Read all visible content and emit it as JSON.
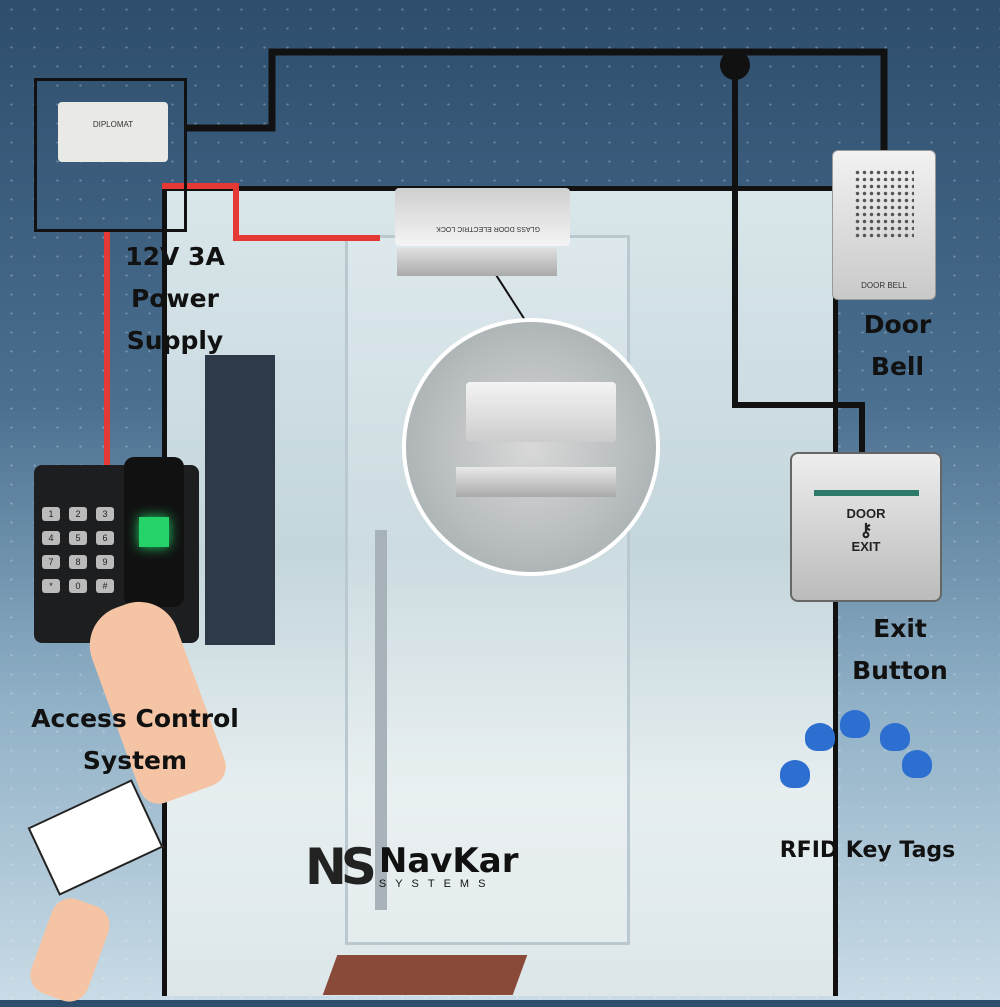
{
  "labels": {
    "power_supply": [
      "12V 3A",
      "Power",
      "Supply"
    ],
    "door_bell": [
      "Door",
      "Bell"
    ],
    "exit_button": [
      "Exit",
      "Button"
    ],
    "access_control": [
      "Access Control",
      "System"
    ],
    "rfid": "RFID Key Tags"
  },
  "devices": {
    "psu_brand": "DIPLOMAT",
    "lock_text": "GLASS DOOR ELECTRIC LOCK",
    "bell_text": "DOOR BELL",
    "exit_top": "DOOR",
    "exit_bottom": "EXIT",
    "keypad": [
      "1",
      "2",
      "3",
      "4",
      "5",
      "6",
      "7",
      "8",
      "9",
      "*",
      "0",
      "#"
    ]
  },
  "logo": {
    "mark": "NS",
    "name": "NavKar",
    "sub": "SYSTEMS"
  },
  "colors": {
    "wire_power": "#e53935",
    "wire_signal": "#111111"
  }
}
